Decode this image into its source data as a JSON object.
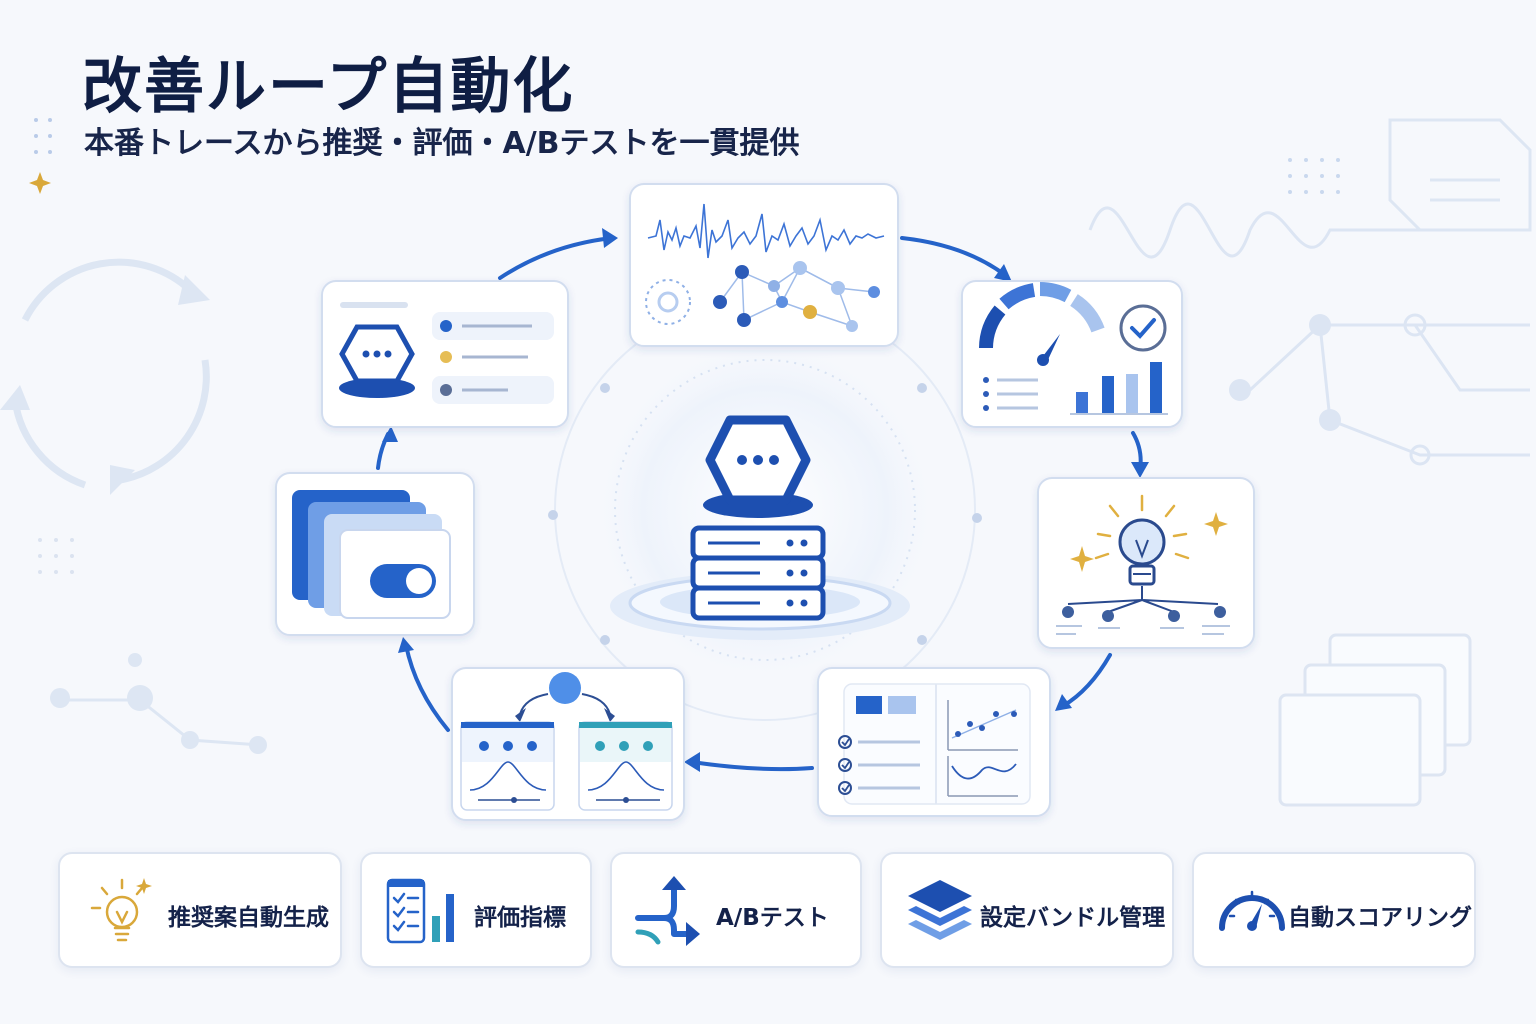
{
  "header": {
    "title": "改善ループ自動化",
    "subtitle": "本番トレースから推奨・評価・A/Bテストを一貫提供"
  },
  "legend": [
    {
      "label": "推奨案自動生成",
      "icon": "lightbulb-icon"
    },
    {
      "label": "評価指標",
      "icon": "checklist-chart-icon"
    },
    {
      "label": "A/Bテスト",
      "icon": "split-arrows-icon"
    },
    {
      "label": "設定バンドル管理",
      "icon": "layers-icon"
    },
    {
      "label": "自動スコアリング",
      "icon": "gauge-icon"
    }
  ],
  "loop_steps": [
    {
      "id": "production-traces",
      "icon": "waveform-graph-icon"
    },
    {
      "id": "auto-scoring",
      "icon": "gauge-icon"
    },
    {
      "id": "recommendation",
      "icon": "lightbulb-icon"
    },
    {
      "id": "evaluation",
      "icon": "checklist-chart-icon"
    },
    {
      "id": "ab-test",
      "icon": "ab-distribution-icon"
    },
    {
      "id": "config-bundle",
      "icon": "stacked-cards-toggle-icon"
    },
    {
      "id": "agent-deploy",
      "icon": "agent-hexagon-icon"
    }
  ],
  "center": {
    "icon": "agent-server-icon"
  },
  "colors": {
    "primary": "#2563c9",
    "dark_blue": "#1d4fb0",
    "light_blue": "#a9c4ee",
    "accent_gold": "#e0b040",
    "title": "#0f1e44",
    "teal": "#30a0b8"
  }
}
